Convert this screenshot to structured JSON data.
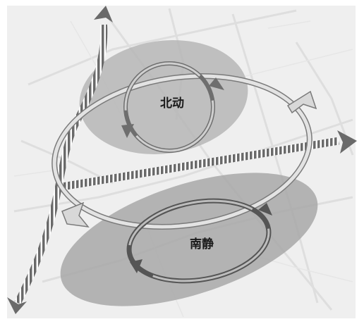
{
  "zones": [
    {
      "id": "north",
      "label": "北动",
      "color": "#b4b4b4"
    },
    {
      "id": "south",
      "label": "南静",
      "color": "#a6a6a6"
    }
  ],
  "colors": {
    "map_background": "#eeeeee",
    "map_lines": "#dcdcdc",
    "axis": "#6a6a6a",
    "loop_stroke": "#7c7c7c",
    "loop_fill": "#d9d9d9"
  }
}
